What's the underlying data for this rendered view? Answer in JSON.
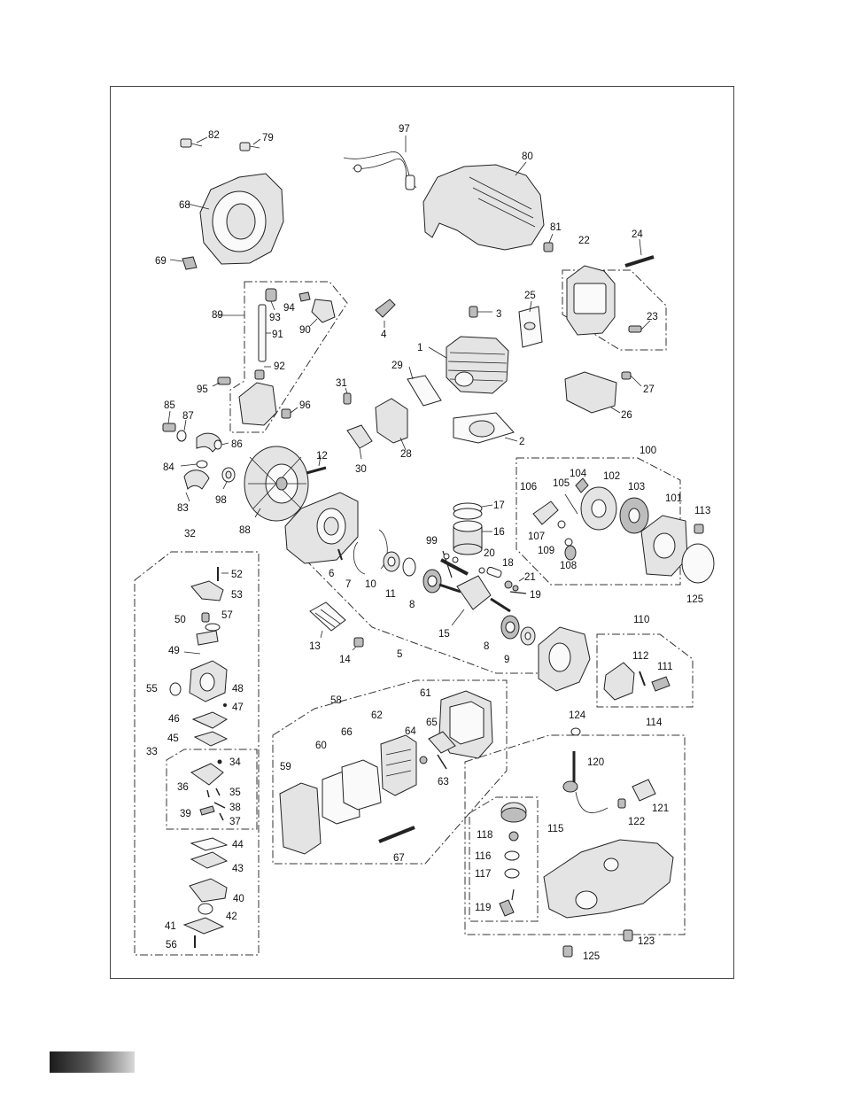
{
  "diagram": {
    "labels": [
      "1",
      "2",
      "3",
      "4",
      "5",
      "6",
      "7",
      "8",
      "8",
      "9",
      "10",
      "11",
      "12",
      "13",
      "14",
      "15",
      "16",
      "17",
      "18",
      "19",
      "20",
      "21",
      "22",
      "23",
      "24",
      "25",
      "26",
      "27",
      "28",
      "29",
      "30",
      "31",
      "32",
      "33",
      "34",
      "35",
      "36",
      "37",
      "38",
      "39",
      "40",
      "41",
      "42",
      "43",
      "44",
      "45",
      "46",
      "47",
      "48",
      "49",
      "50",
      "52",
      "53",
      "55",
      "56",
      "57",
      "58",
      "59",
      "60",
      "61",
      "62",
      "63",
      "64",
      "65",
      "66",
      "67",
      "68",
      "69",
      "79",
      "80",
      "81",
      "82",
      "83",
      "84",
      "85",
      "86",
      "87",
      "88",
      "89",
      "90",
      "91",
      "92",
      "93",
      "94",
      "95",
      "96",
      "97",
      "98",
      "99",
      "100",
      "101",
      "102",
      "103",
      "104",
      "105",
      "106",
      "107",
      "108",
      "109",
      "110",
      "111",
      "112",
      "113",
      "114",
      "115",
      "116",
      "117",
      "118",
      "119",
      "120",
      "121",
      "122",
      "123",
      "124",
      "125",
      "125"
    ]
  }
}
